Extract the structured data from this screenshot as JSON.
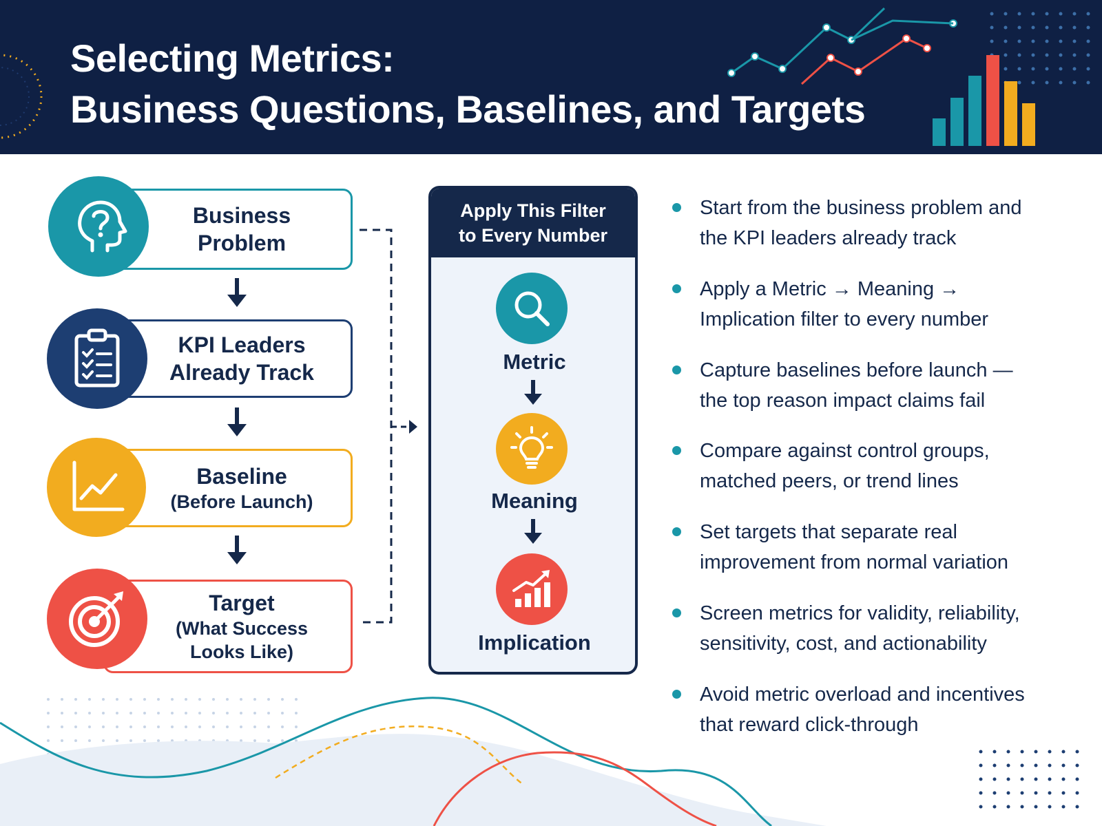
{
  "title": {
    "line1": "Selecting Metrics:",
    "line2": "Business Questions, Baselines, and Targets"
  },
  "colors": {
    "navy": "#0f2044",
    "teal": "#1a97a8",
    "dark_blue": "#1d3e72",
    "yellow": "#f2ac1f",
    "red": "#ee5146"
  },
  "flow": [
    {
      "line1": "Business",
      "line2": "Problem",
      "icon": "head-question-icon",
      "color": "#1a97a8"
    },
    {
      "line1": "KPI Leaders",
      "line2": "Already Track",
      "icon": "clipboard-checklist-icon",
      "color": "#1d3e72"
    },
    {
      "line1": "Baseline",
      "line2": "(Before Launch)",
      "icon": "line-chart-icon",
      "color": "#f2ac1f"
    },
    {
      "line1": "Target",
      "line2": "(What Success",
      "line3": "Looks Like)",
      "icon": "target-arrow-icon",
      "color": "#ee5146"
    }
  ],
  "filter": {
    "header_line1": "Apply This Filter",
    "header_line2": "to Every Number",
    "steps": [
      {
        "label": "Metric",
        "icon": "magnifier-icon",
        "color": "#1a97a8"
      },
      {
        "label": "Meaning",
        "icon": "lightbulb-icon",
        "color": "#f2ac1f"
      },
      {
        "label": "Implication",
        "icon": "growth-chart-icon",
        "color": "#ee5146"
      }
    ]
  },
  "bullets": [
    {
      "line1": "Start from the business problem and",
      "line2": "the KPI leaders already track"
    },
    {
      "line1": "Apply a Metric → Meaning →",
      "line2": "Implication filter to every number"
    },
    {
      "line1": "Capture baselines before launch —",
      "line2": "the top reason impact claims fail"
    },
    {
      "line1": "Compare against control groups,",
      "line2": "matched peers, or trend lines"
    },
    {
      "line1": "Set targets that separate real",
      "line2": "improvement from normal variation"
    },
    {
      "line1": "Screen metrics for validity, reliability,",
      "line2": "sensitivity, cost, and actionability"
    },
    {
      "line1": "Avoid metric overload and incentives",
      "line2": "that reward click-through"
    }
  ]
}
